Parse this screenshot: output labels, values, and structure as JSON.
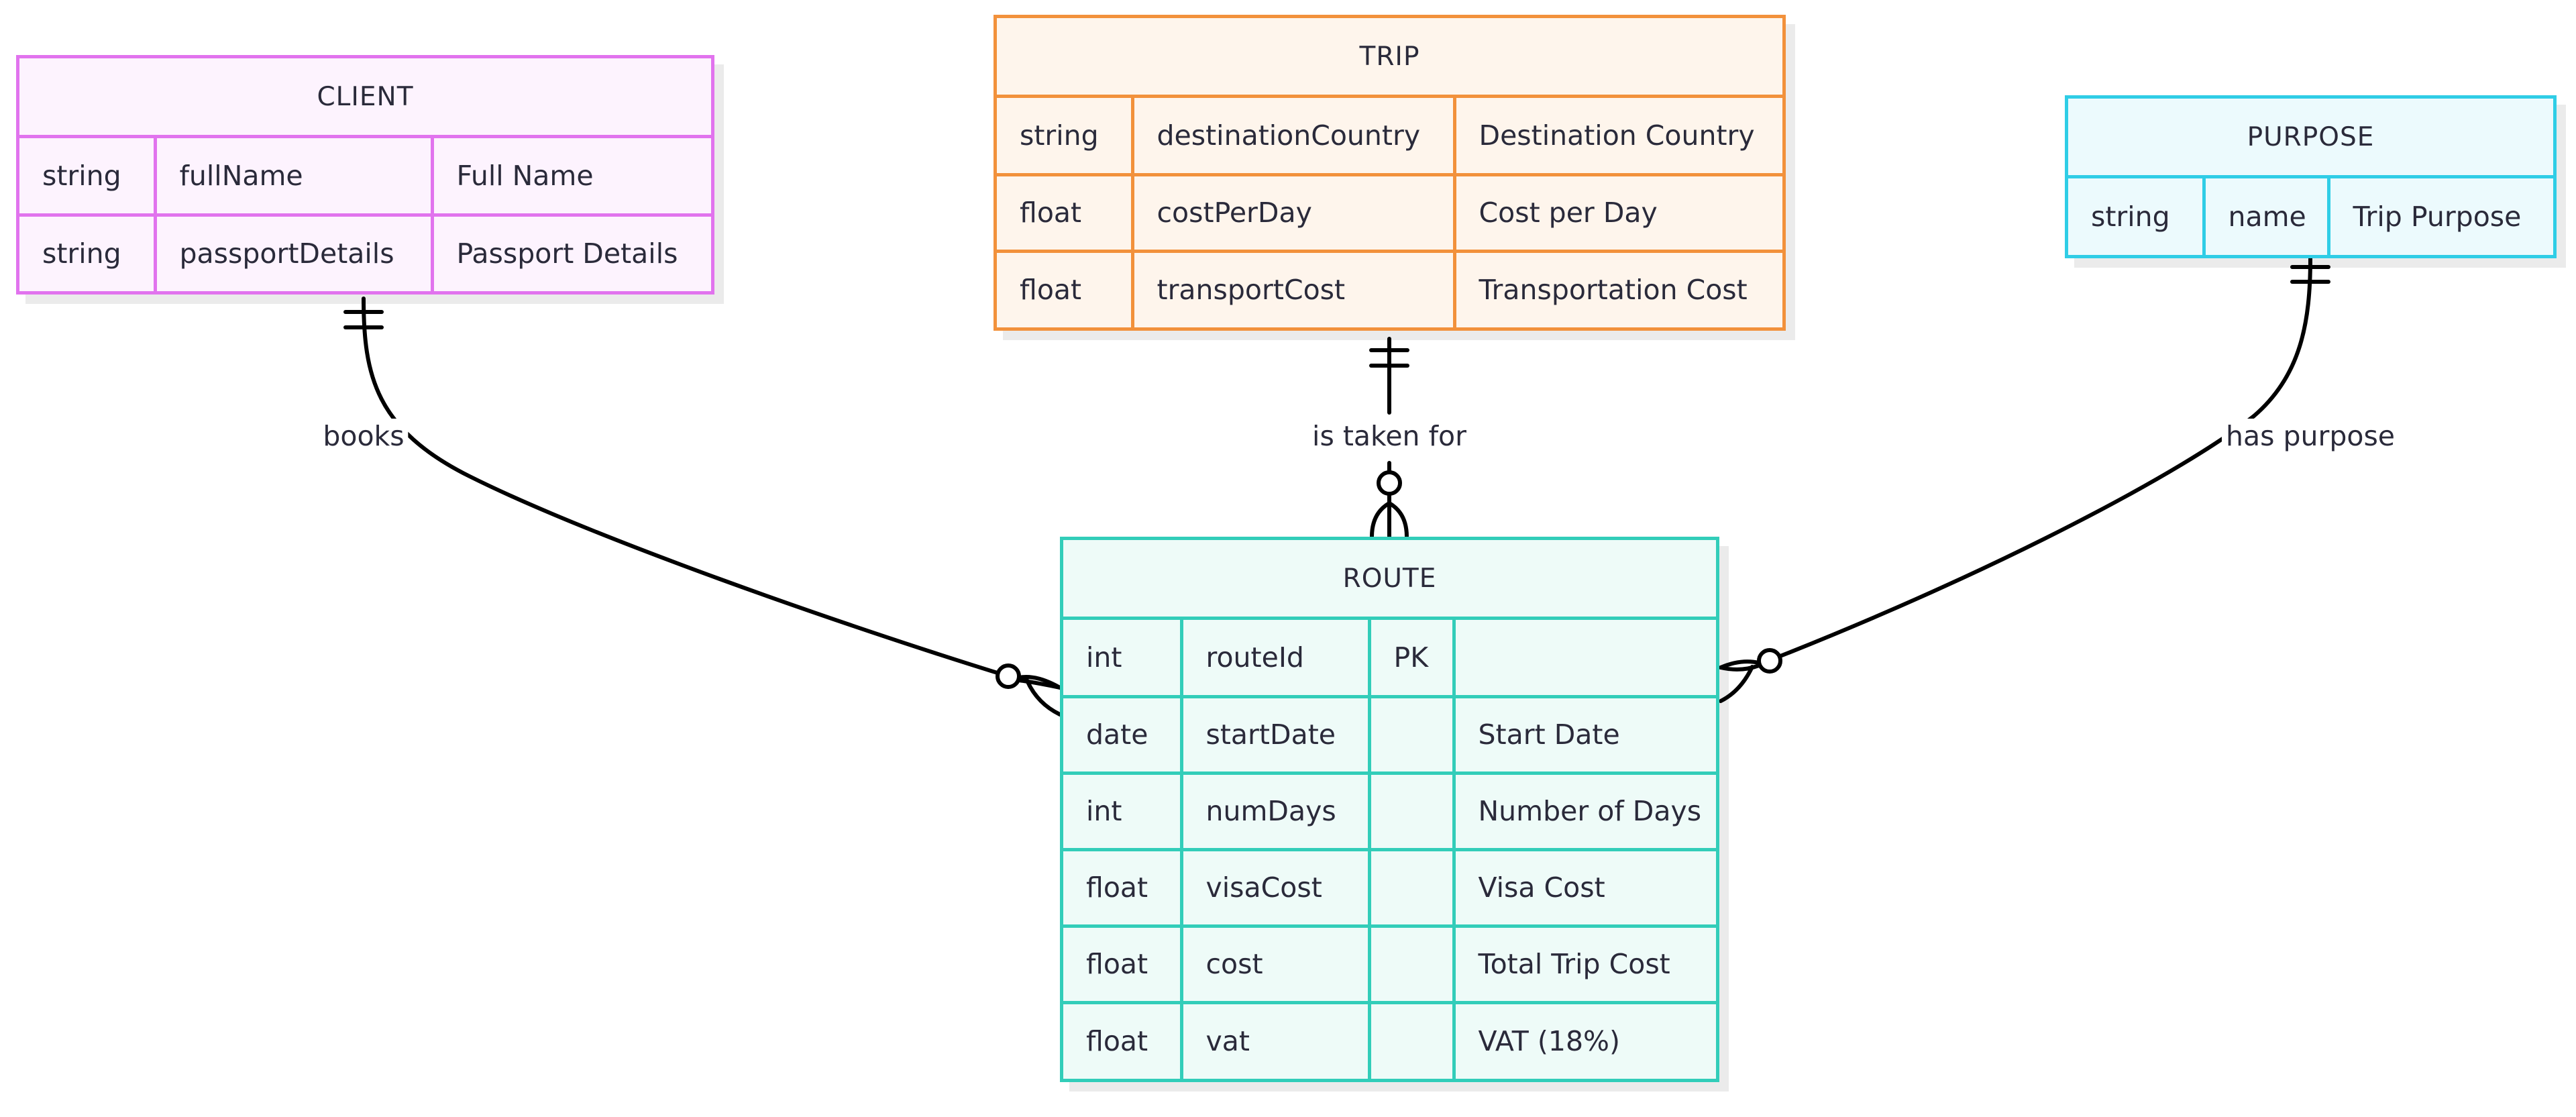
{
  "colors": {
    "client": {
      "border": "#e173ee",
      "fill": "#fdf3fe"
    },
    "trip": {
      "border": "#f2913b",
      "fill": "#fef5ec"
    },
    "purpose": {
      "border": "#2fcde6",
      "fill": "#ecfafd"
    },
    "route": {
      "border": "#32cdb9",
      "fill": "#eefbf8"
    },
    "line": "#000000"
  },
  "entities": {
    "client": {
      "title": "CLIENT",
      "attributes": [
        {
          "type": "string",
          "name": "fullName",
          "comment": "Full Name"
        },
        {
          "type": "string",
          "name": "passportDetails",
          "comment": "Passport Details"
        }
      ]
    },
    "trip": {
      "title": "TRIP",
      "attributes": [
        {
          "type": "string",
          "name": "destinationCountry",
          "comment": "Destination Country"
        },
        {
          "type": "float",
          "name": "costPerDay",
          "comment": "Cost per Day"
        },
        {
          "type": "float",
          "name": "transportCost",
          "comment": "Transportation Cost"
        }
      ]
    },
    "purpose": {
      "title": "PURPOSE",
      "attributes": [
        {
          "type": "string",
          "name": "name",
          "comment": "Trip Purpose"
        }
      ]
    },
    "route": {
      "title": "ROUTE",
      "attributes": [
        {
          "type": "int",
          "name": "routeId",
          "key": "PK",
          "comment": ""
        },
        {
          "type": "date",
          "name": "startDate",
          "key": "",
          "comment": "Start Date"
        },
        {
          "type": "int",
          "name": "numDays",
          "key": "",
          "comment": "Number of Days"
        },
        {
          "type": "float",
          "name": "visaCost",
          "key": "",
          "comment": "Visa Cost"
        },
        {
          "type": "float",
          "name": "cost",
          "key": "",
          "comment": "Total Trip Cost"
        },
        {
          "type": "float",
          "name": "vat",
          "key": "",
          "comment": "VAT (18%)"
        }
      ]
    }
  },
  "relationships": [
    {
      "from": "CLIENT",
      "to": "ROUTE",
      "label": "books",
      "from_cardinality": "exactly-one",
      "to_cardinality": "zero-or-many"
    },
    {
      "from": "TRIP",
      "to": "ROUTE",
      "label": "is taken for",
      "from_cardinality": "exactly-one",
      "to_cardinality": "zero-or-many"
    },
    {
      "from": "PURPOSE",
      "to": "ROUTE",
      "label": "has purpose",
      "from_cardinality": "exactly-one",
      "to_cardinality": "zero-or-many"
    }
  ]
}
